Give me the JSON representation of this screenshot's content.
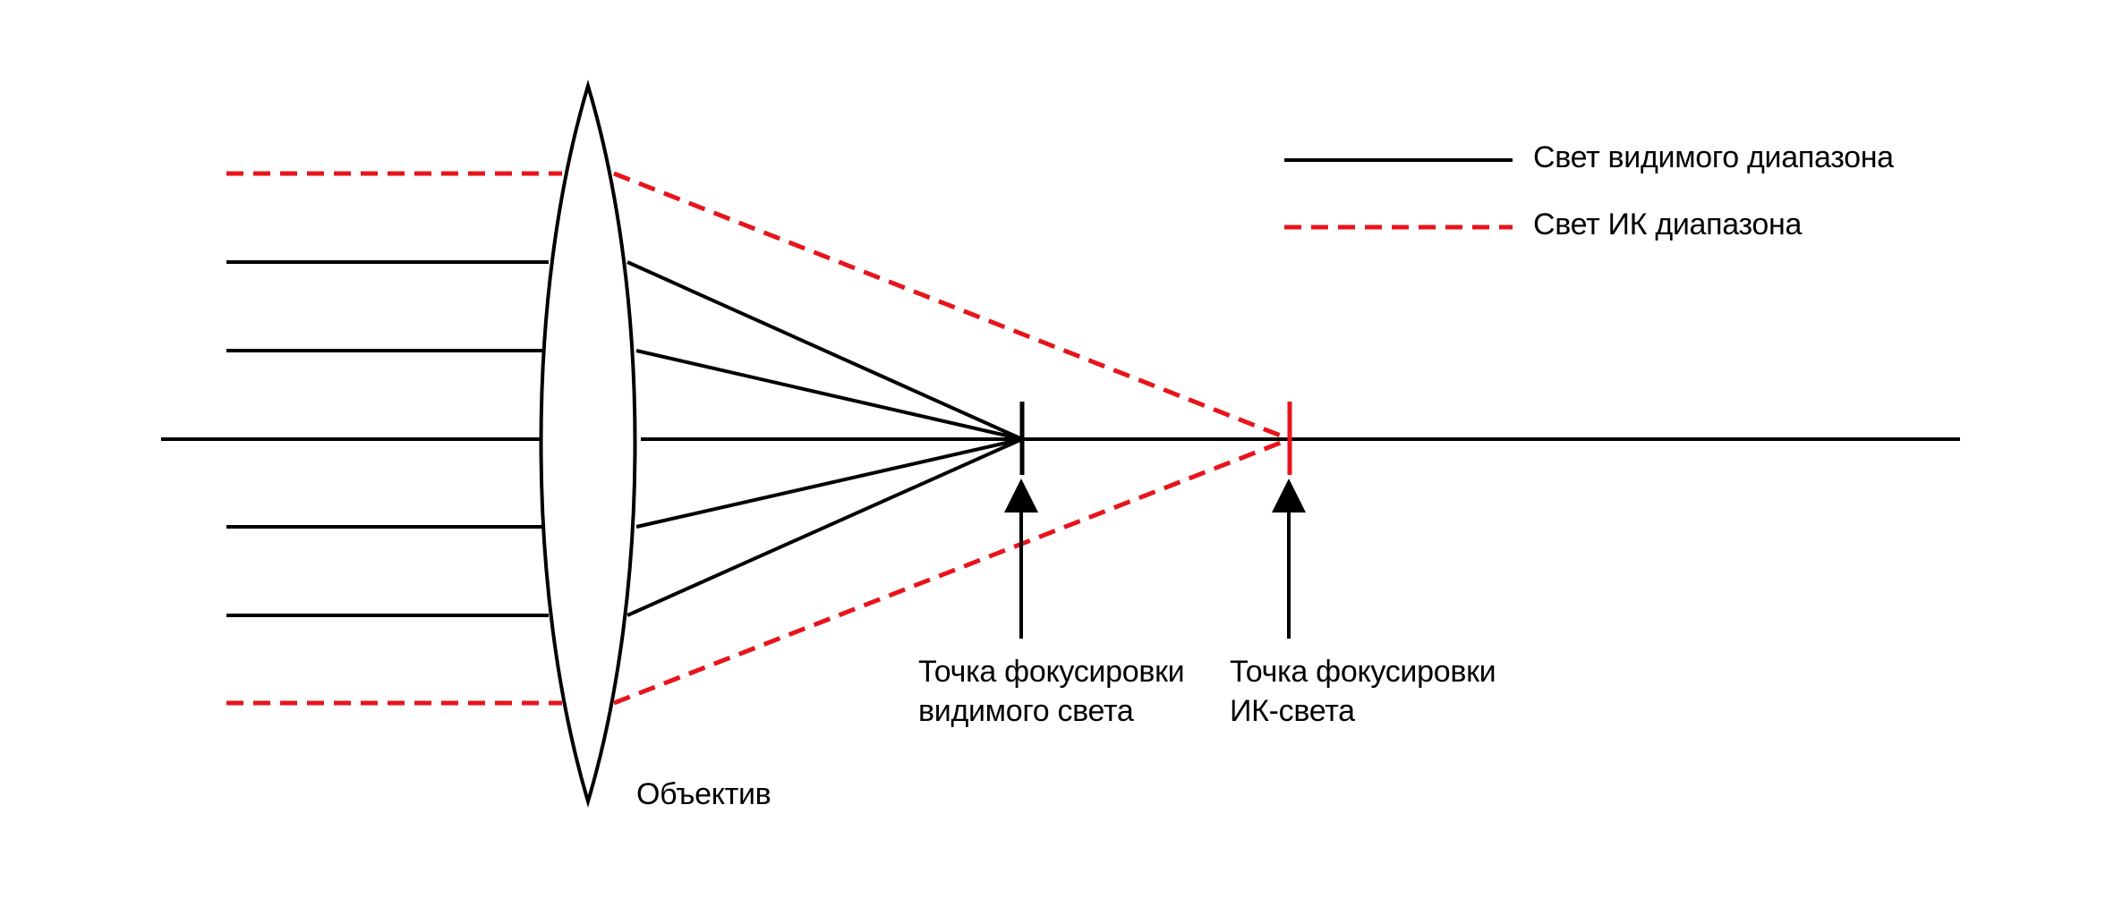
{
  "colors": {
    "visible": "#000000",
    "ir": "#e8141b"
  },
  "legend": {
    "visible_label": "Свет видимого диапазона",
    "ir_label": "Свет ИК диапазона"
  },
  "labels": {
    "lens": "Объектив",
    "visible_focus_line1": "Точка фокусировки",
    "visible_focus_line2": "видимого света",
    "ir_focus_line1": "Точка фокусировки",
    "ir_focus_line2": "ИК-света"
  }
}
